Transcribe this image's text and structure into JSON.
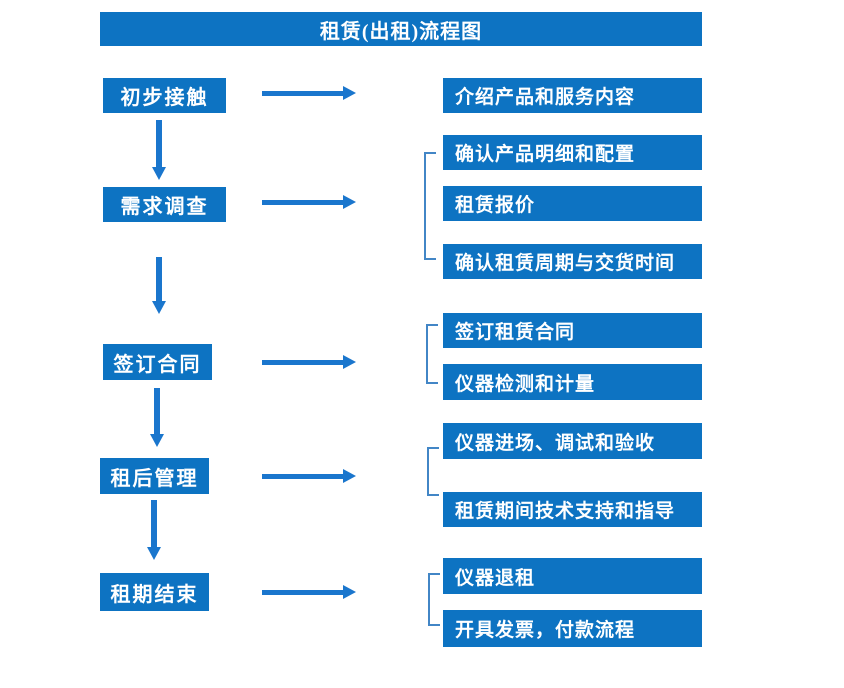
{
  "title": "租赁(出租)流程图",
  "colors": {
    "box_blue": "#0d73c2",
    "arrow_blue": "#1a76cd",
    "bracket_blue": "#4286c6",
    "text_white": "#ffffff"
  },
  "stages": [
    {
      "label": "初步接触",
      "details": [
        "介绍产品和服务内容"
      ]
    },
    {
      "label": "需求调查",
      "details": [
        "确认产品明细和配置",
        "租赁报价",
        "确认租赁周期与交货时间"
      ]
    },
    {
      "label": "签订合同",
      "details": [
        "签订租赁合同",
        "仪器检测和计量"
      ]
    },
    {
      "label": "租后管理",
      "details": [
        "仪器进场、调试和验收",
        "租赁期间技术支持和指导"
      ]
    },
    {
      "label": "租期结束",
      "details": [
        "仪器退租",
        "开具发票，付款流程"
      ]
    }
  ]
}
